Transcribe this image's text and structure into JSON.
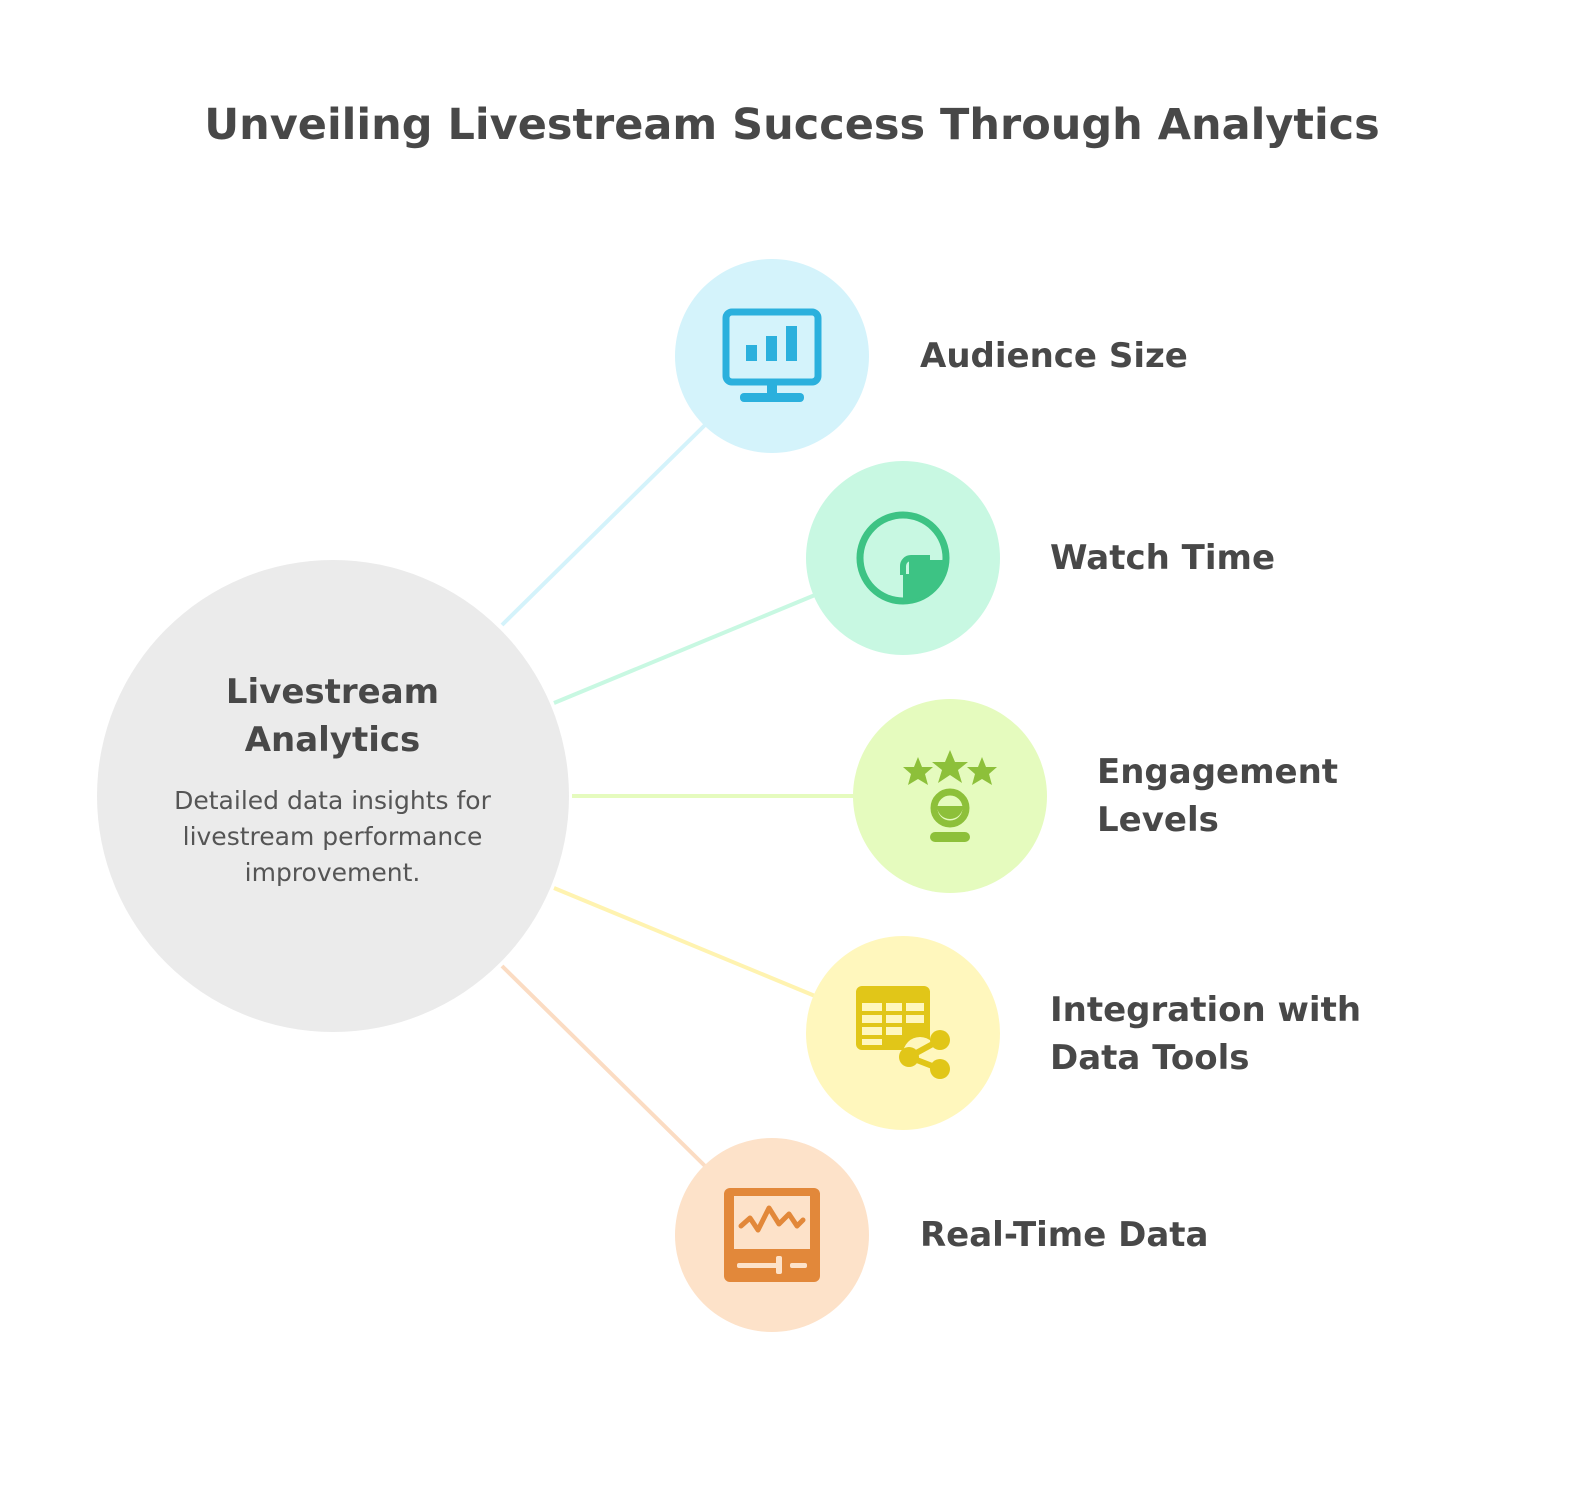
{
  "title": "Unveiling Livestream Success Through Analytics",
  "hub": {
    "title_line1": "Livestream",
    "title_line2": "Analytics",
    "description": "Detailed data insights for livestream performance improvement.",
    "fill": "#EBEBEB"
  },
  "nodes": [
    {
      "label_line1": "Audience Size",
      "label_line2": "",
      "icon": "monitor-bar-chart-icon",
      "fill": "#D4F3FB",
      "accent": "#2BB0DD",
      "line": "#D4F3FB"
    },
    {
      "label_line1": "Watch Time",
      "label_line2": "",
      "icon": "clock-icon",
      "fill": "#C8F8E2",
      "accent": "#3DC384",
      "line": "#C8F8E2"
    },
    {
      "label_line1": "Engagement",
      "label_line2": "Levels",
      "icon": "user-stars-icon",
      "fill": "#E5FBBE",
      "accent": "#8DC03A",
      "line": "#E5FBBE"
    },
    {
      "label_line1": "Integration with",
      "label_line2": "Data Tools",
      "icon": "spreadsheet-share-icon",
      "fill": "#FFF7BD",
      "accent": "#E1C618",
      "line": "#FFF3B0"
    },
    {
      "label_line1": "Real-Time Data",
      "label_line2": "",
      "icon": "pulse-monitor-icon",
      "fill": "#FDE2C9",
      "accent": "#E2883A",
      "line": "#FBDCC3"
    }
  ]
}
